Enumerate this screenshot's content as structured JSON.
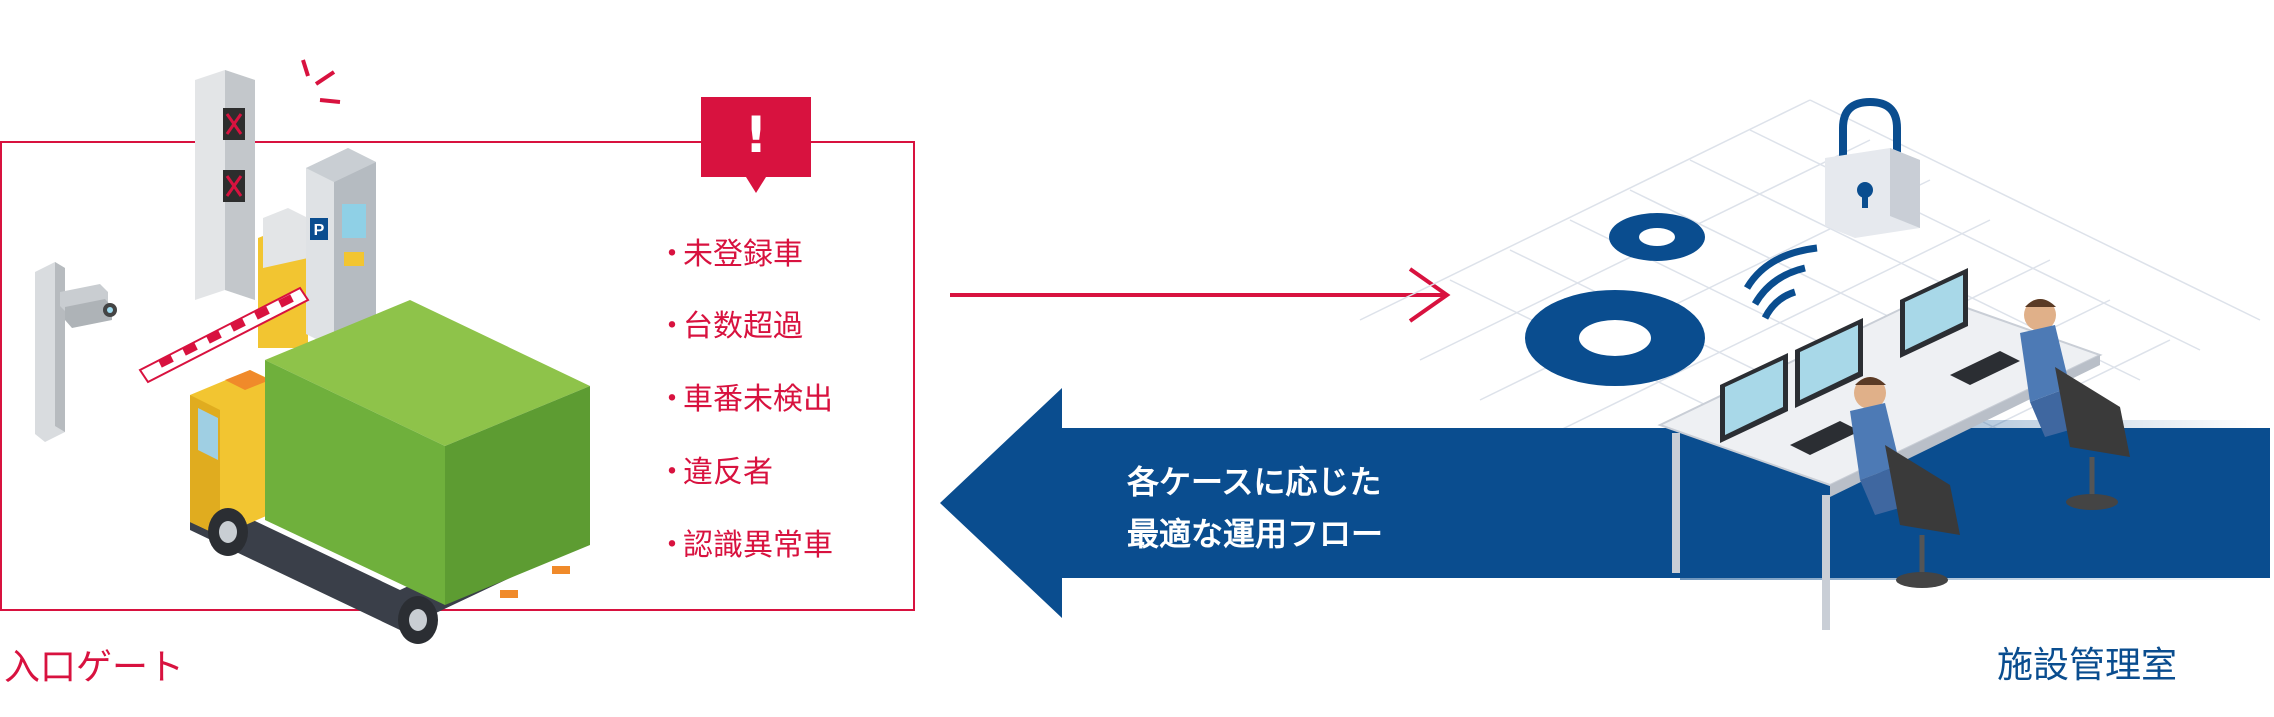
{
  "alert": {
    "mark": "!"
  },
  "conditions": [
    "未登録車",
    "台数超過",
    "車番未検出",
    "違反者",
    "認識異常車"
  ],
  "bullet": "・",
  "labels": {
    "gate": "入口ゲート",
    "room": "施設管理室"
  },
  "flow": {
    "lines": [
      "各ケースに応じた",
      "最適な運用フロー"
    ]
  },
  "colors": {
    "accent_red": "#d8123f",
    "accent_blue": "#0a4d8f",
    "truck_green": "#6fb03c",
    "truck_yellow": "#f2c531"
  },
  "icons": [
    "camera-icon",
    "parking-meter-icon",
    "gate-barrier-icon",
    "truck-icon",
    "gear-icon",
    "lock-icon",
    "wifi-icon",
    "monitor-icon",
    "operator-icon"
  ]
}
